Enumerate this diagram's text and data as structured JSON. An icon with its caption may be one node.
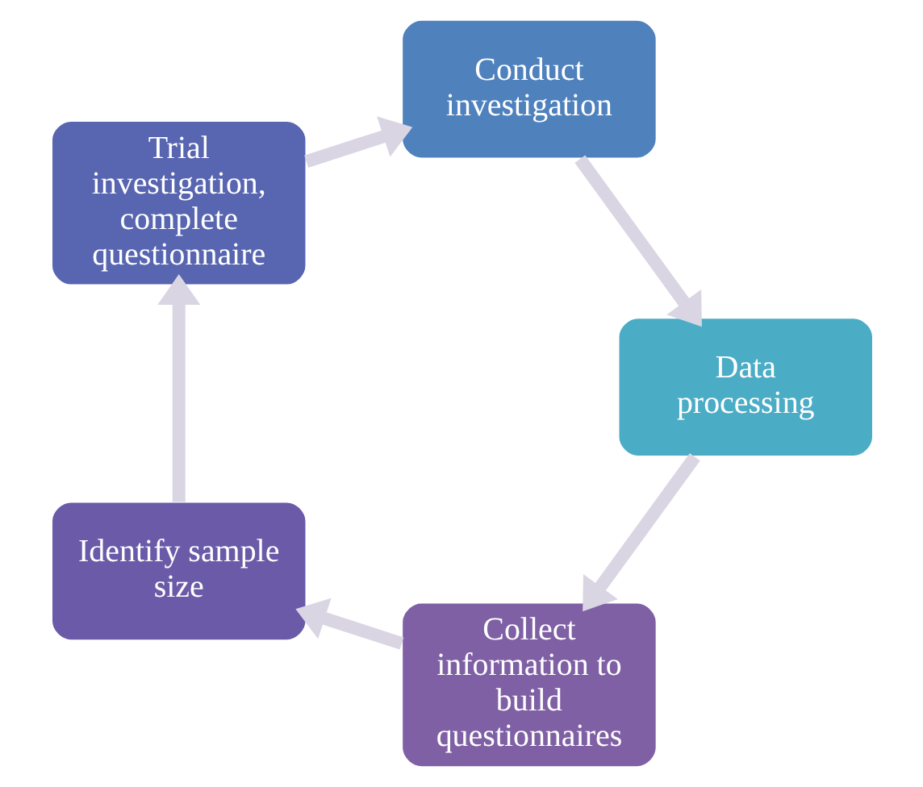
{
  "diagram": {
    "nodes": [
      {
        "text": [
          "Collect information to build questionnaires"
        ]
      },
      {
        "text": [
          "Identify sample size"
        ]
      },
      {
        "text": [
          "Trial investigation, complete questionnaire"
        ]
      },
      {
        "text": [
          "Conduct investigation"
        ]
      },
      {
        "text": [
          "Data processing"
        ]
      }
    ],
    "edges": [
      {
        "from": 0,
        "to": 1,
        "arrow": "to"
      },
      {
        "from": 1,
        "to": 2,
        "arrow": "to"
      },
      {
        "from": 2,
        "to": 3,
        "arrow": "to"
      },
      {
        "from": 3,
        "to": 4,
        "arrow": "to"
      },
      {
        "from": 4,
        "to": 0,
        "arrow": "to"
      }
    ]
  }
}
